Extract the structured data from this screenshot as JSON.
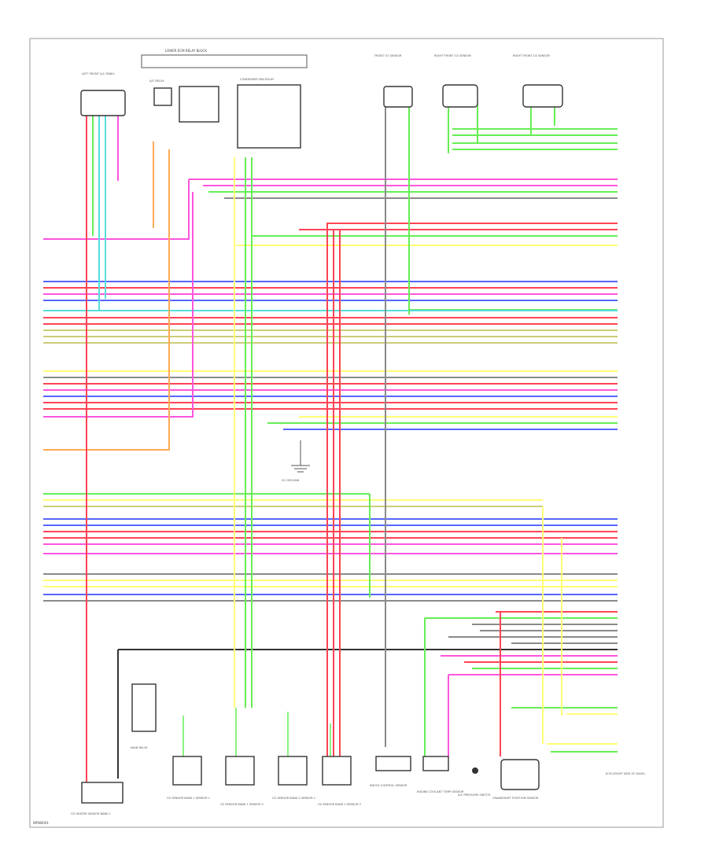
{
  "diagram": {
    "footer_code": "WRN0001",
    "colors": {
      "pink": "#ff55dd",
      "green": "#66ee55",
      "blue": "#5566ff",
      "red": "#ff4455",
      "yellow": "#ffff77",
      "cyan": "#55dddd",
      "orange": "#ffaa55",
      "olive": "#cccc77",
      "gray": "#8a8a8a",
      "black": "#333333"
    },
    "top_components": [
      {
        "id": "lower-ecm-relay-block",
        "label": "LOWER ECM RELAY BLOCK"
      },
      {
        "id": "left-front-ac-panel",
        "label": "LEFT FRONT A/C PANEL"
      },
      {
        "id": "a-c-relay",
        "label": "A/C RELAY"
      },
      {
        "id": "condenser-fan-relay",
        "label": "CONDENSER FAN RELAY"
      },
      {
        "id": "front-o2-sensor",
        "label": "FRONT O2 SENSOR"
      },
      {
        "id": "right-front-sensor-1",
        "label": "RIGHT FRONT O2 SENSOR"
      },
      {
        "id": "right-front-sensor-2",
        "label": "RIGHT FRONT O2 SENSOR"
      }
    ],
    "bottom_components": [
      {
        "id": "o2-heater-sensor-bank-1",
        "label": "O2 HEATER SENSOR BANK 1"
      },
      {
        "id": "main-relay",
        "label": "MAIN RELAY"
      },
      {
        "id": "o2-sensor-bank-1-upstream",
        "label": "O2 SENSOR BANK 1 SENSOR 1"
      },
      {
        "id": "o2-sensor-bank-1-downstream",
        "label": "O2 SENSOR BANK 1 SENSOR 2"
      },
      {
        "id": "o2-sensor-bank-2-upstream",
        "label": "O2 SENSOR BANK 2 SENSOR 1"
      },
      {
        "id": "o2-sensor-bank-2-downstream",
        "label": "O2 SENSOR BANK 2 SENSOR 2"
      },
      {
        "id": "knock-control-sensor",
        "label": "KNOCK CONTROL SENSOR"
      },
      {
        "id": "engine-coolant-temp-sensor",
        "label": "ENGINE COOLANT TEMP SENSOR"
      },
      {
        "id": "ac-pressure-switch",
        "label": "A/C PRESSURE SWITCH"
      },
      {
        "id": "crankshaft-position-sensor",
        "label": "CRANKSHAFT POSITION SENSOR"
      }
    ],
    "ecm_label": "ECM (RIGHT SIDE OF DASH)",
    "ground_label": "G1 GROUND"
  }
}
